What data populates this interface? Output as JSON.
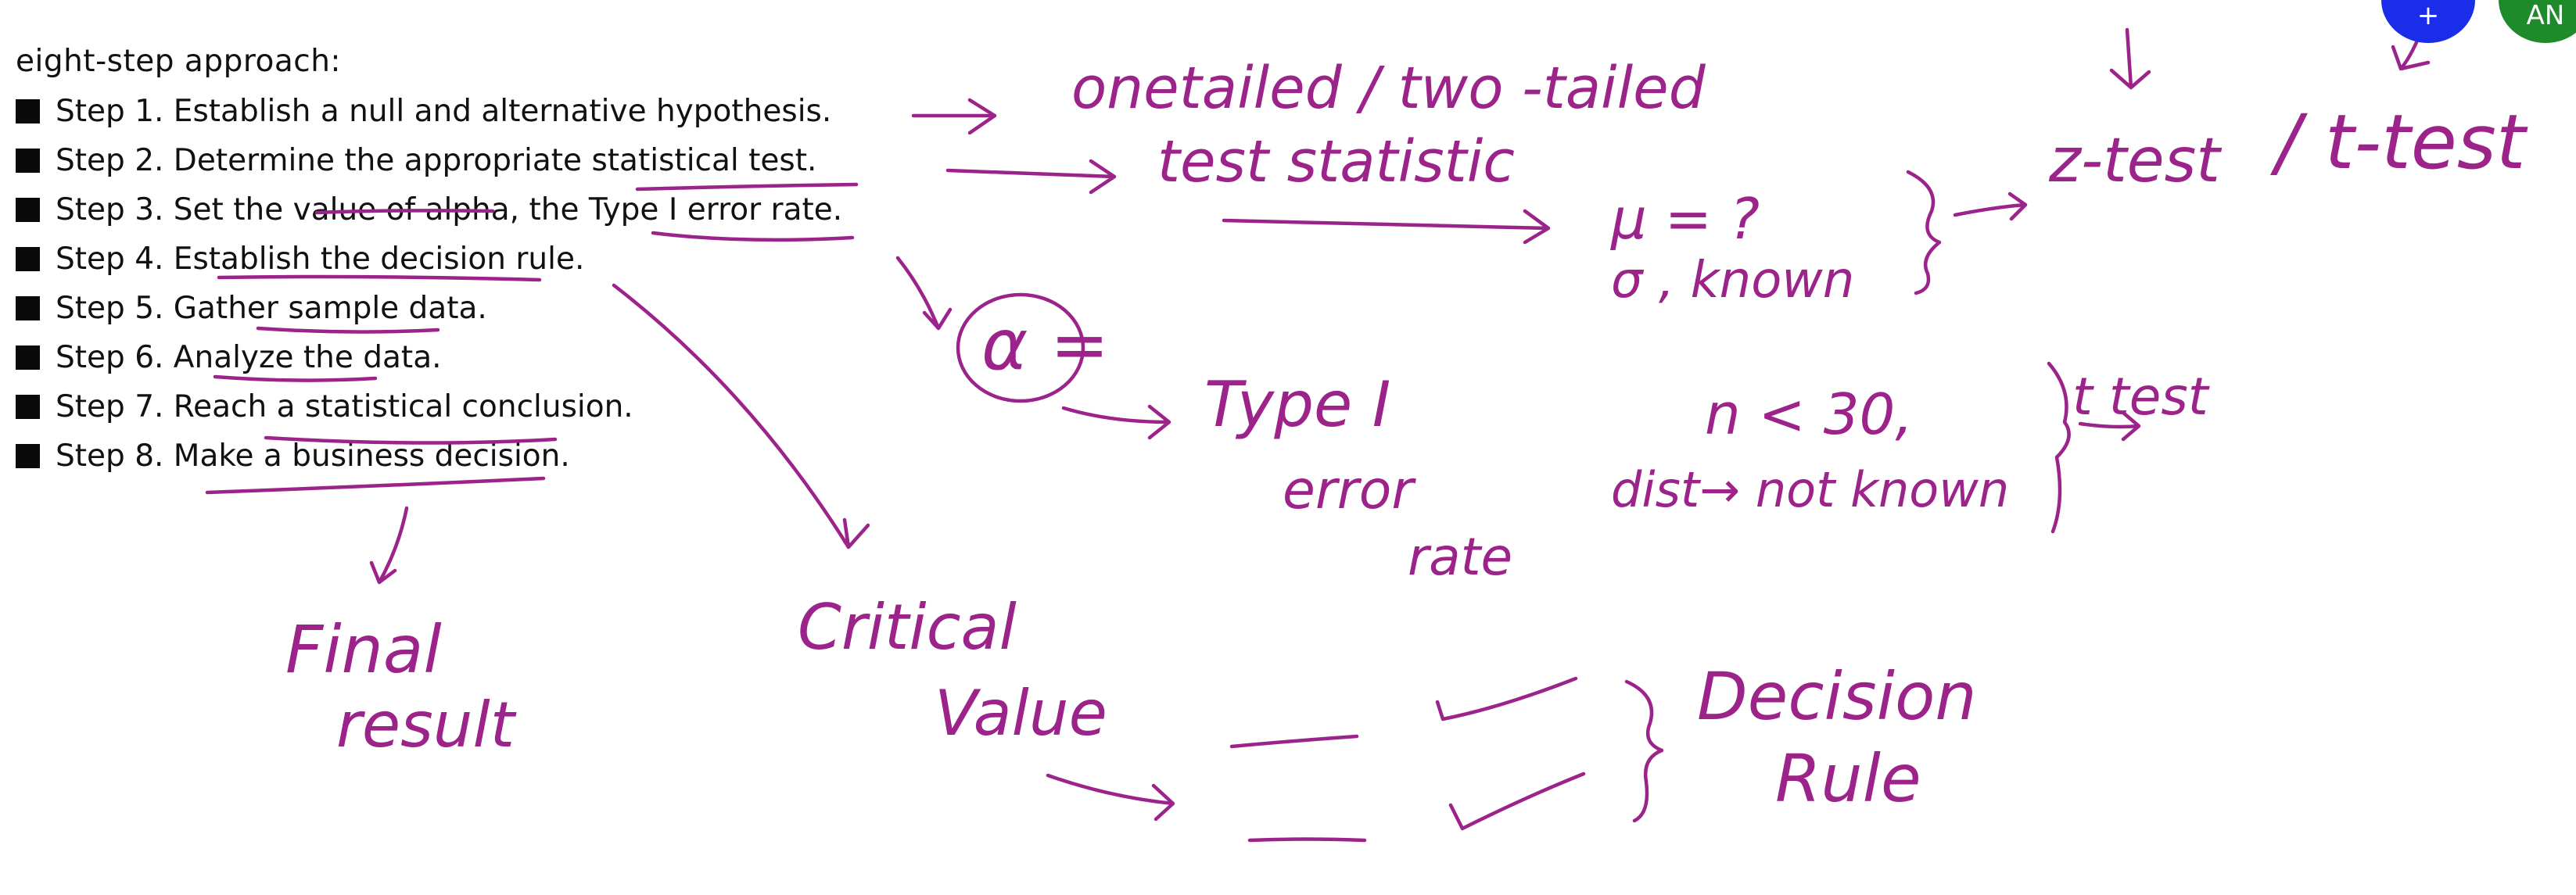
{
  "slide": {
    "title": "eight-step approach:",
    "steps": [
      "Step 1. Establish a null and alternative hypothesis.",
      "Step 2. Determine the appropriate statistical test.",
      "Step 3. Set the value of alpha, the Type I error rate.",
      "Step 4. Establish the decision rule.",
      "Step 5. Gather sample data.",
      "Step 6. Analyze the data.",
      "Step 7. Reach a statistical conclusion.",
      "Step 8. Make a business decision."
    ]
  },
  "annotations": {
    "one_tailed": "onetailed / two -tailed",
    "test_statistic": "test statistic",
    "mu": "μ = ?",
    "sigma_known": "σ , known",
    "z_test": "z-test",
    "t_test": "/ t-test",
    "alpha": "α =",
    "type1": "Type I",
    "error": "error",
    "rate": "rate",
    "n_lt_30": "n < 30,",
    "dist_not_known": "dist→ not known",
    "t_result": "t test",
    "critical": "Critical",
    "value": "Value",
    "decision": "Decision",
    "rule": "Rule",
    "final": "Final",
    "result": "result"
  },
  "avatars": {
    "left_label": "+",
    "right_label": "AN",
    "left_color": "#1a2de8",
    "right_color": "#1f8a2a"
  },
  "ink_color": "#9c2389"
}
